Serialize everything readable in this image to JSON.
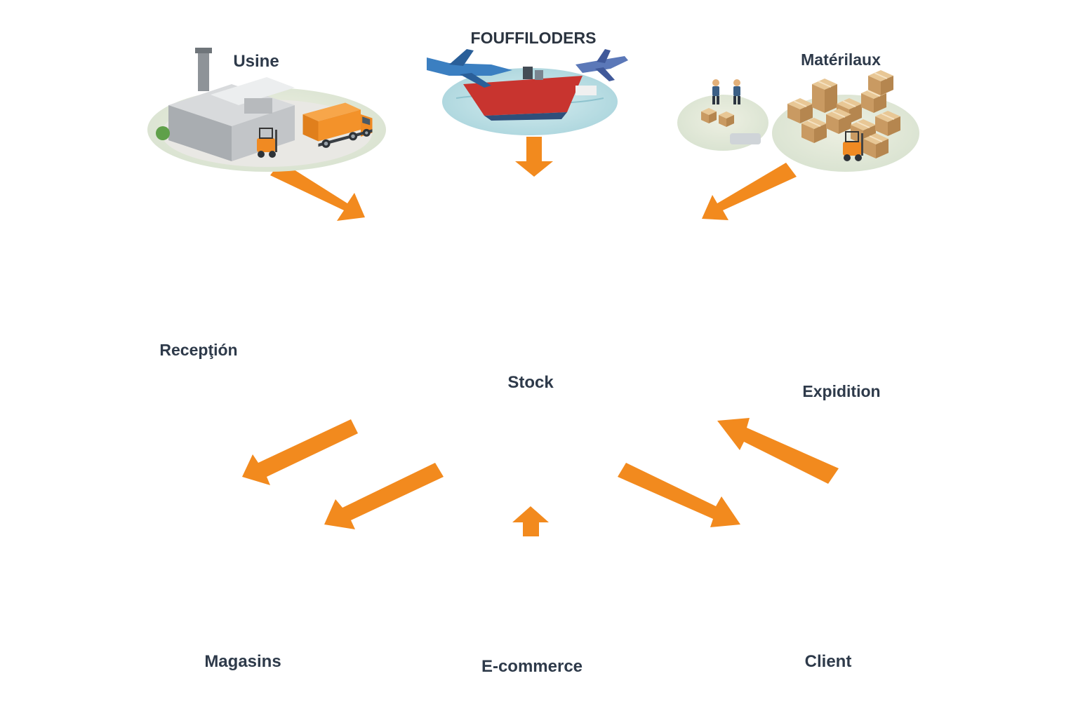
{
  "title": "FOUFFILODERS",
  "nodes": {
    "usine": "Usine",
    "materiaux": "Matérilaux",
    "reception": "Recepţión",
    "stock": "Stock",
    "expedition": "Expidition",
    "magasins": "Magasins",
    "ecommerce": "E-commerce",
    "client": "Client"
  },
  "colors": {
    "arrow": "#f28a1e",
    "truck_orange": "#f3922a",
    "box": "#d9ae7a",
    "water": "#bfe0e6",
    "shelf": "#3d4752"
  },
  "icons": {
    "ecommerce": "shopping-cart-icon"
  }
}
